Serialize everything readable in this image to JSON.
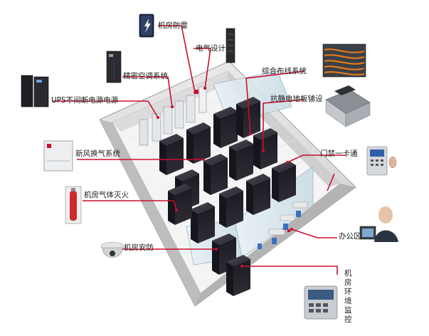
{
  "labels": {
    "lightning": "机房防雷",
    "electrical": "电气设计",
    "precision_ac": "精密空调系统",
    "ups": "UPS不间断电源电源",
    "cabling": "综合布线系统",
    "antistatic_floor": "抗静电地板铺设",
    "fresh_air": "新风换气系统",
    "access_control": "门禁一卡通",
    "gas_fire": "机房气体灭火",
    "office": "办公区",
    "security": "机房安防",
    "env_monitor": "机房环境监控"
  },
  "icons": {
    "lightning": "lightning-protector-icon",
    "electrical": "electrical-cabinet-icon",
    "precision_ac": "precision-ac-unit-icon",
    "ups": "ups-tower-icon",
    "cabling": "patch-panel-cables-icon",
    "antistatic_floor": "raised-floor-tile-icon",
    "fresh_air": "fresh-air-unit-icon",
    "access_control": "card-reader-icon",
    "gas_fire": "gas-cylinder-icon",
    "office": "office-worker-icon",
    "security": "dome-camera-icon",
    "env_monitor": "monitor-panel-icon"
  },
  "colors": {
    "leader_line": "#c8102e",
    "rack": "#23202a",
    "wall": "#d8d8d8",
    "floor": "#f2f2f2"
  }
}
